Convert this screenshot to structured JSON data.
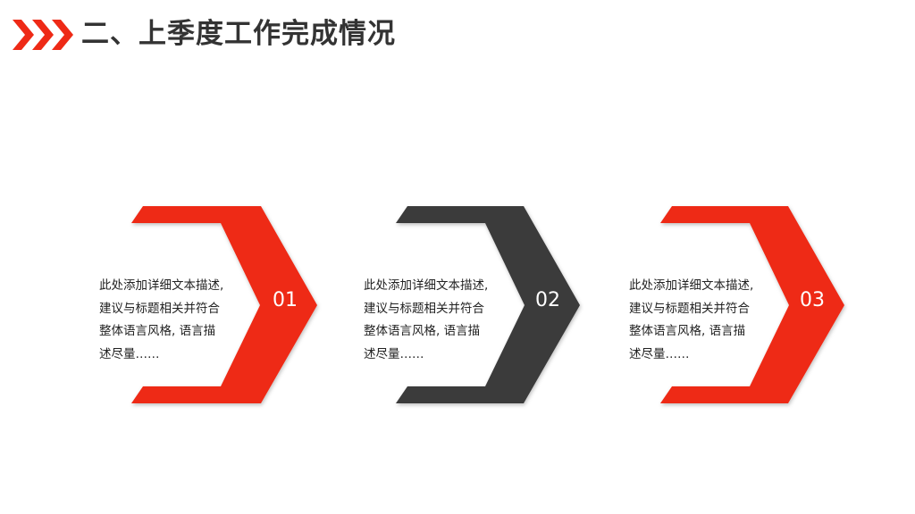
{
  "slide": {
    "title": "二、上季度工作完成情况",
    "accent_color": "#ee2a16",
    "dark_color": "#3a3a3a",
    "title_icon": "triple-chevron-right-icon"
  },
  "cards": [
    {
      "number": "01",
      "color": "#ee2a16",
      "lines": [
        "此处添加详细文本描述,",
        "建议与标题相关并符合",
        "整体语言风格, 语言描",
        "述尽量……"
      ]
    },
    {
      "number": "02",
      "color": "#3a3a3a",
      "lines": [
        "此处添加详细文本描述,",
        "建议与标题相关并符合",
        "整体语言风格, 语言描",
        "述尽量……"
      ]
    },
    {
      "number": "03",
      "color": "#ee2a16",
      "lines": [
        "此处添加详细文本描述,",
        "建议与标题相关并符合",
        "整体语言风格, 语言描",
        "述尽量……"
      ]
    }
  ]
}
